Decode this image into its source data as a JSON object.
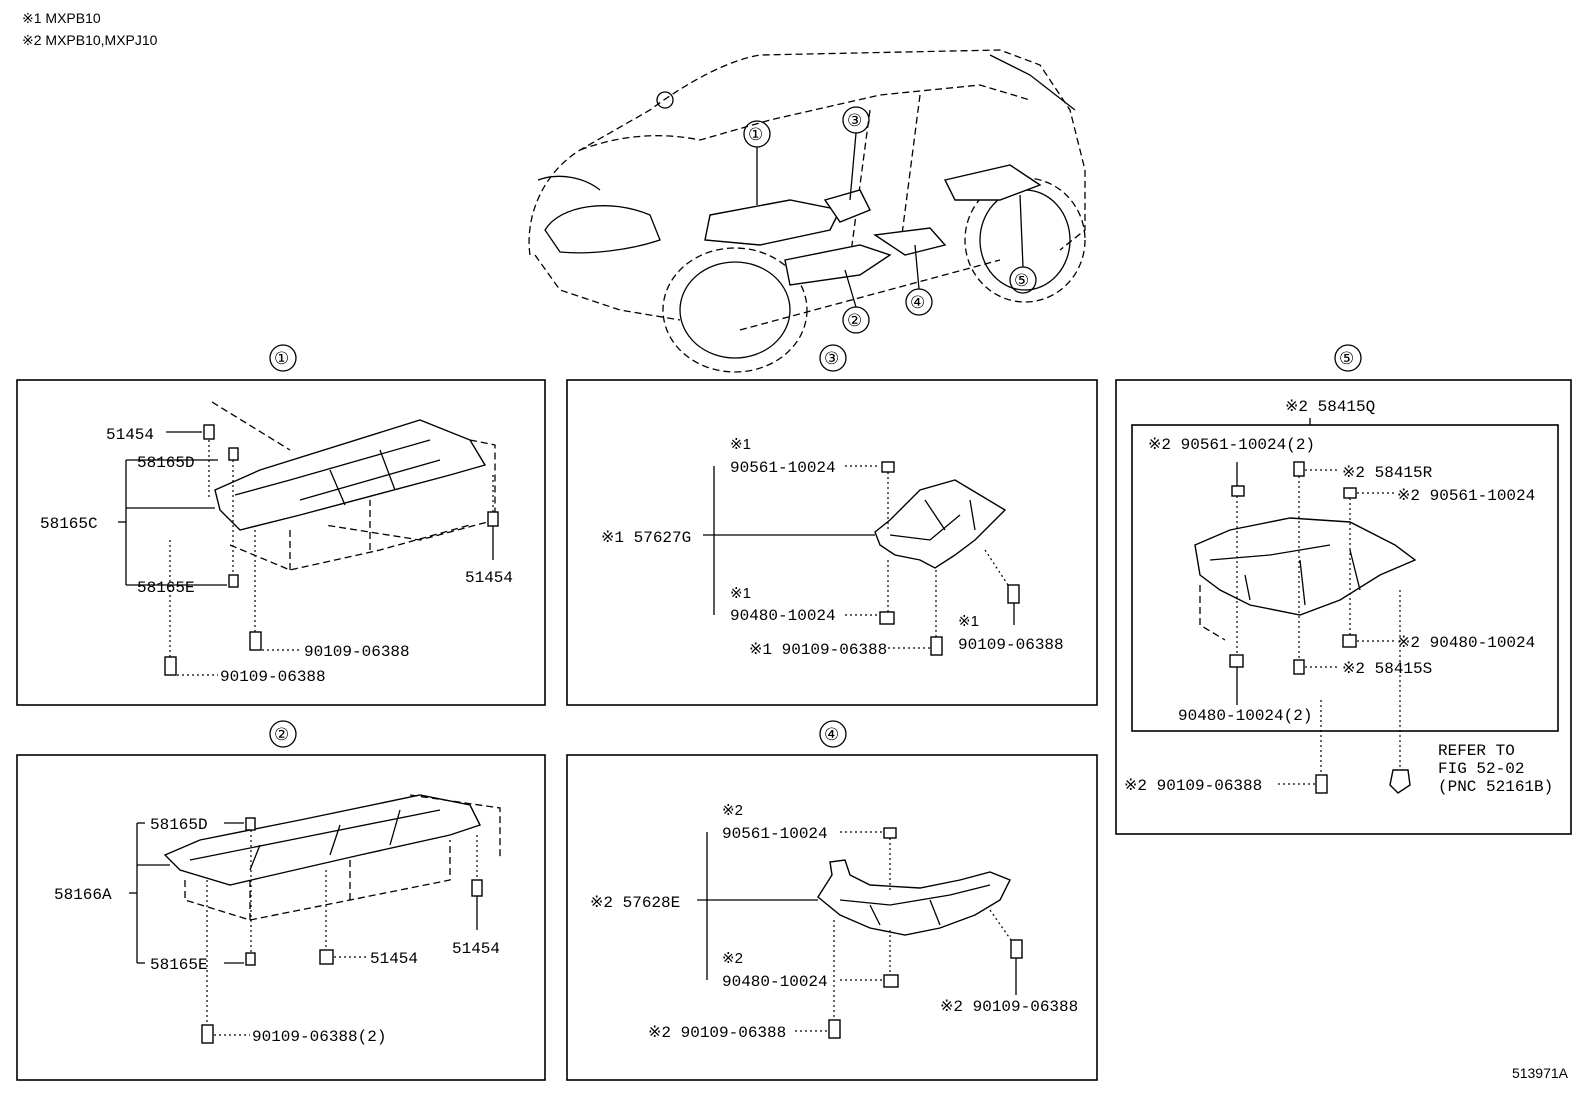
{
  "notes": {
    "n1": "※1 MXPB10",
    "n2": "※2 MXPB10,MXPJ10"
  },
  "figure_id": "513971A",
  "car_callouts": [
    "①",
    "②",
    "③",
    "④",
    "⑤"
  ],
  "p1": {
    "title": "①",
    "l51454a": "51454",
    "l58165D": "58165D",
    "l58165C": "58165C",
    "l58165E": "58165E",
    "l51454b": "51454",
    "b1": "90109-06388",
    "b2": "90109-06388"
  },
  "p2": {
    "title": "②",
    "l58165D": "58165D",
    "l58166A": "58166A",
    "l58165E": "58165E",
    "l51454a": "51454",
    "l51454b": "51454",
    "b1": "90109-06388(2)"
  },
  "p3": {
    "title": "③",
    "m1": "※1",
    "c1": "90561-10024",
    "main": "※1 57627G",
    "m2": "※1",
    "c2": "90480-10024",
    "b1": "※1 90109-06388",
    "m3": "※1",
    "b2": "90109-06388"
  },
  "p4": {
    "title": "④",
    "m1": "※2",
    "c1": "90561-10024",
    "main": "※2 57628E",
    "m2": "※2",
    "c2": "90480-10024",
    "b1": "※2 90109-06388",
    "b2": "※2 90109-06388"
  },
  "p5": {
    "title": "⑤",
    "main": "※2 58415Q",
    "a": "※2 90561-10024(2)",
    "b": "※2 58415R",
    "c": "※2 90561-10024",
    "d": "※2 90480-10024",
    "e": "※2 58415S",
    "f": "90480-10024(2)",
    "g": "※2 90109-06388",
    "ref1": "REFER TO",
    "ref2": "FIG 52-02",
    "ref3": "(PNC 52161B)"
  }
}
